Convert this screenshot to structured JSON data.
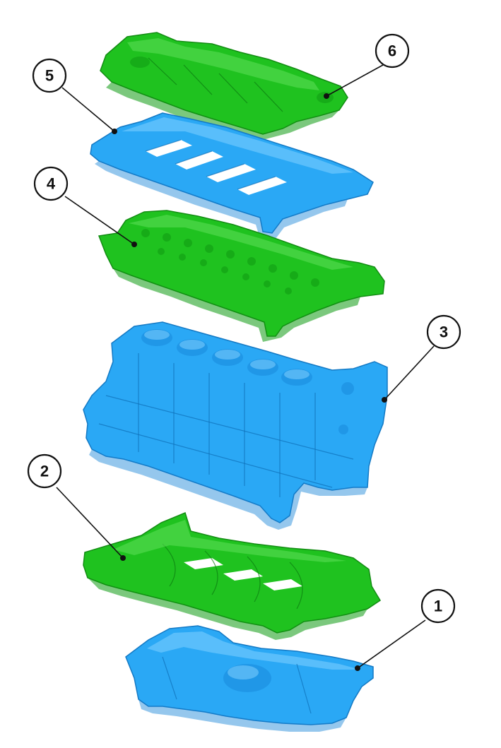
{
  "colors": {
    "green_part": "#1fc21f",
    "blue_part": "#2aa8f5",
    "callout_stroke": "#111111",
    "background": "#ffffff"
  },
  "callouts": [
    {
      "id": "callout-1",
      "label": "1"
    },
    {
      "id": "callout-2",
      "label": "2"
    },
    {
      "id": "callout-3",
      "label": "3"
    },
    {
      "id": "callout-4",
      "label": "4"
    },
    {
      "id": "callout-5",
      "label": "5"
    },
    {
      "id": "callout-6",
      "label": "6"
    }
  ]
}
